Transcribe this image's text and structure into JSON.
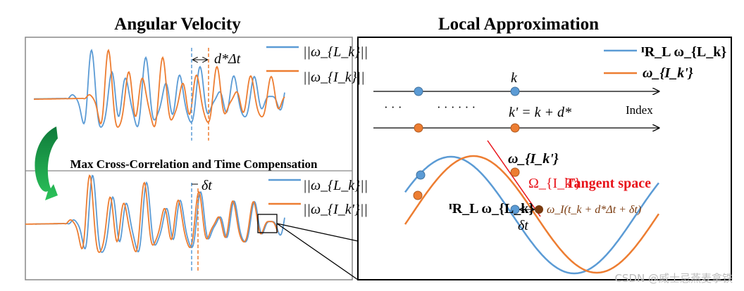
{
  "left_panel": {
    "title": "Angular Velocity",
    "middle_caption": "Max Cross-Correlation and Time Compensation",
    "top_legend": [
      "||ω_{L_k}||",
      "||ω_{I_k}||"
    ],
    "bottom_legend": [
      "||ω_{L_k}||",
      "||ω_{I_k'}||"
    ],
    "top_offset_label": "d*Δt",
    "bottom_offset_label": "δt"
  },
  "right_panel": {
    "title": "Local Approximation",
    "legend": [
      "ᴵR_L ω_{L_k}",
      "ω_{I_k'}"
    ],
    "index_label_k": "k",
    "index_label_kprime": "k' = k + d*",
    "ellipsis_short": "· · ·",
    "ellipsis_long": "· · · · · ·",
    "axis_label": "Index",
    "point_label_orange": "ω_{I_k'}",
    "tangent_symbol": "Ω_{I_k'}",
    "tangent_label": "Tangent space",
    "point_label_blue": "ᴵR_L ω_{L_k}",
    "interp_label": "ω_I(t_k + d*Δt + δt)",
    "delta_label": "δt"
  },
  "watermark": "CSDN @威士忌燕麦拿铁",
  "colors": {
    "blue": "#5b9bd5",
    "orange": "#ed7d31",
    "red": "#e8141b",
    "brown": "#7a3a0e",
    "green": "#1aa64a"
  }
}
